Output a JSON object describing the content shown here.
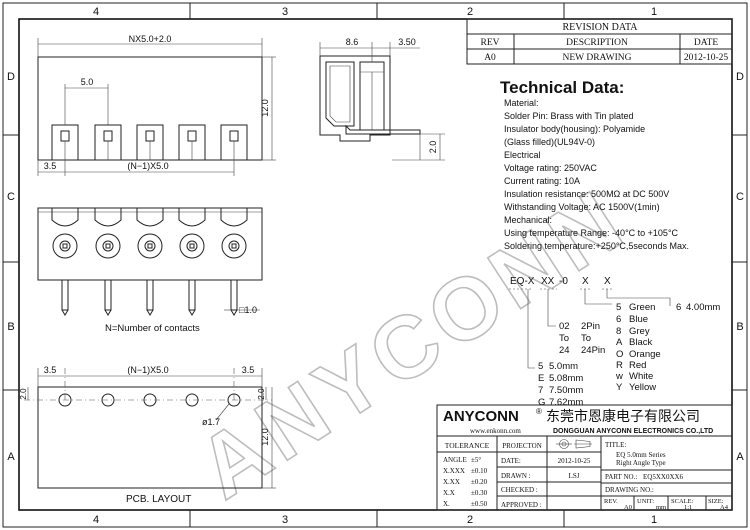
{
  "frame": {
    "zones_top": [
      "4",
      "3",
      "2",
      "1"
    ],
    "zones_bottom": [
      "4",
      "3",
      "2",
      "1"
    ],
    "zones_left": [
      "D",
      "C",
      "B",
      "A"
    ],
    "zones_right": [
      "D",
      "C",
      "B",
      "A"
    ]
  },
  "watermark": "ANYCONN",
  "revision": {
    "title": "REVISION DATA",
    "headers": [
      "REV",
      "DESCRIPTION",
      "DATE"
    ],
    "rows": [
      [
        "A0",
        "NEW DRAWING",
        "2012-10-25"
      ]
    ]
  },
  "tech": {
    "title": "Technical Data:",
    "lines": [
      "Material:",
      "Solder Pin: Brass with Tin plated",
      "Insulator body(housing): Polyamide",
      "(Glass filled)(UL94V-0)",
      "Electrical",
      "Voltage rating: 250VAC",
      "Current rating: 10A",
      "Insulation resistance: 500MΩ at DC 500V",
      "Withstanding Voltage: AC 1500V(1min)",
      "Mechanical:",
      "Using temperature Range: -40°C to +105°C",
      "Soldering temperature:+250°C,5seconds Max."
    ]
  },
  "part_code": {
    "code": [
      "EQ-X",
      "XX",
      "-0",
      "X",
      "X"
    ],
    "pitch_options": [
      {
        "code": "5",
        "value": "5.0mm"
      },
      {
        "code": "E",
        "value": "5.08mm"
      },
      {
        "code": "7",
        "value": "7.50mm"
      },
      {
        "code": "G",
        "value": "7.62mm"
      }
    ],
    "pin_range": [
      {
        "left": "02",
        "right": "2Pin"
      },
      {
        "left": "To",
        "right": "To"
      },
      {
        "left": "24",
        "right": "24Pin"
      }
    ],
    "colors": [
      {
        "code": "5",
        "value": "Green"
      },
      {
        "code": "6",
        "value": "Blue"
      },
      {
        "code": "8",
        "value": "Grey"
      },
      {
        "code": "A",
        "value": "Black"
      },
      {
        "code": "O",
        "value": "Orange"
      },
      {
        "code": "R",
        "value": "Red"
      },
      {
        "code": "w",
        "value": "White"
      },
      {
        "code": "Y",
        "value": "Yellow"
      }
    ],
    "pin_length": {
      "code": "6",
      "value": "4.00mm"
    }
  },
  "dims": {
    "overall_width": "NX5.0+2.0",
    "pitch": "5.0",
    "height": "12.0",
    "edge_left": "3.5",
    "pitch_span": "(N−1)X5.0",
    "side_depth": "8.6",
    "side_width": "3.50",
    "side_offset": "2.0",
    "pin_square": "□1.0",
    "pcb_edge_left": "3.5",
    "pcb_edge_right": "3.5",
    "pcb_span": "(N−1)X5.0",
    "pcb_offset": "2.0",
    "pcb_offset_right": "2.0",
    "pcb_height": "12.0",
    "hole": "ø1.7"
  },
  "labels": {
    "contacts_note": "N=Number of contacts",
    "pcb_layout": "PCB. LAYOUT"
  },
  "title_block": {
    "brand": "ANYCONN",
    "reg": "®",
    "brand_cn": "东莞市恩康电子有限公司",
    "website": "www.enkonn.com",
    "company_en": "DONGGUAN ANYCONN ELECTRONICS CO.,LTD",
    "tolerance_title": "TOLERANCE",
    "tolerances": [
      {
        "label": "ANGLE",
        "value": "±5°"
      },
      {
        "label": "X.XXX",
        "value": "±0.10"
      },
      {
        "label": "X.XX",
        "value": "±0.20"
      },
      {
        "label": "X.X",
        "value": "±0.30"
      },
      {
        "label": "X.",
        "value": "±0.50"
      }
    ],
    "projection_label": "PROJECTON",
    "date_label": "DATE:",
    "date_value": "2012-10-25",
    "drawn_label": "DRAWN :",
    "drawn_value": "LSJ",
    "checked_label": "CHECKED :",
    "approved_label": "APPROVED :",
    "title_label": "TITLE:",
    "title_line1": "EQ  5.0mm Series",
    "title_line2": "Right Angle Type",
    "part_no_label": "PART NO.:",
    "part_no_value": "EQ5XX0XX6",
    "drawing_no_label": "DRAWING NO.:",
    "rev_label": "REV.",
    "rev_value": "A0",
    "unit_label": "UNIT:",
    "unit_value": "mm",
    "scale_label": "SCALE:",
    "scale_value": "1:1",
    "size_label": "SIZE:",
    "size_value": "A4"
  }
}
